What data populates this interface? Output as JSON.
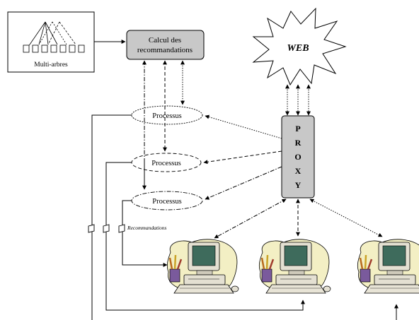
{
  "diagram": {
    "multi_arbres_label": "Multi-arbres",
    "calcul_label_line1": "Calcul des",
    "calcul_label_line2": "recommandations",
    "web_label": "WEB",
    "proxy_letters": [
      "P",
      "R",
      "O",
      "X",
      "Y"
    ],
    "processus": [
      "Processus",
      "Processus",
      "Processus"
    ],
    "recommandations_label": "Recommandations",
    "colors": {
      "box_fill": "#c8c8c8",
      "line": "#000000",
      "screen": "#3e6b5c",
      "blob": "#f3efc4",
      "computer": "#e4e0d2"
    }
  }
}
